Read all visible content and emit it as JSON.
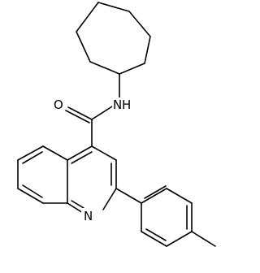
{
  "molecule": {
    "atom_labels": {
      "oxygen": "O",
      "amide_nitrogen": "N",
      "amide_hydrogen": "H",
      "ring_nitrogen": "N"
    }
  }
}
